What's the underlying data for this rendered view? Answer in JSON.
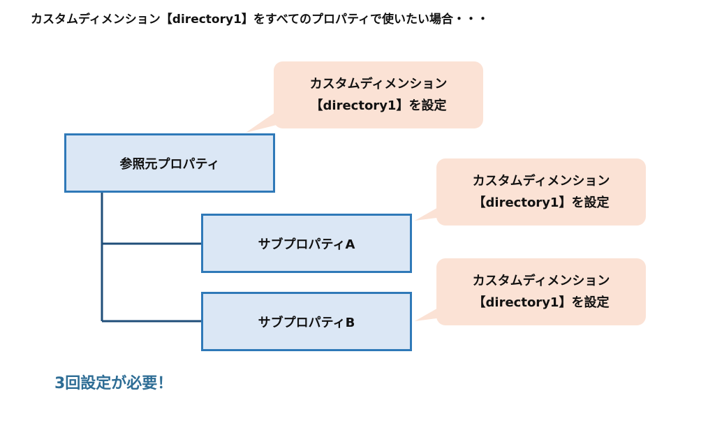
{
  "heading": "カスタムディメンション【directory1】をすべてのプロパティで使いたい場合・・・",
  "nodes": {
    "root": "参照元プロパティ",
    "sub_a": "サブプロパティA",
    "sub_b": "サブプロパティB"
  },
  "callouts": [
    {
      "line1": "カスタムディメンション",
      "line2": "【directory1】を設定"
    },
    {
      "line1": "カスタムディメンション",
      "line2": "【directory1】を設定"
    },
    {
      "line1": "カスタムディメンション",
      "line2": "【directory1】を設定"
    }
  ],
  "note": "3回設定が必要！",
  "colors": {
    "node_fill": "#dbe7f5",
    "node_border": "#2f79b8",
    "connector": "#1f4e79",
    "callout_fill": "#fbe2d5",
    "note_text": "#2e6d95"
  }
}
